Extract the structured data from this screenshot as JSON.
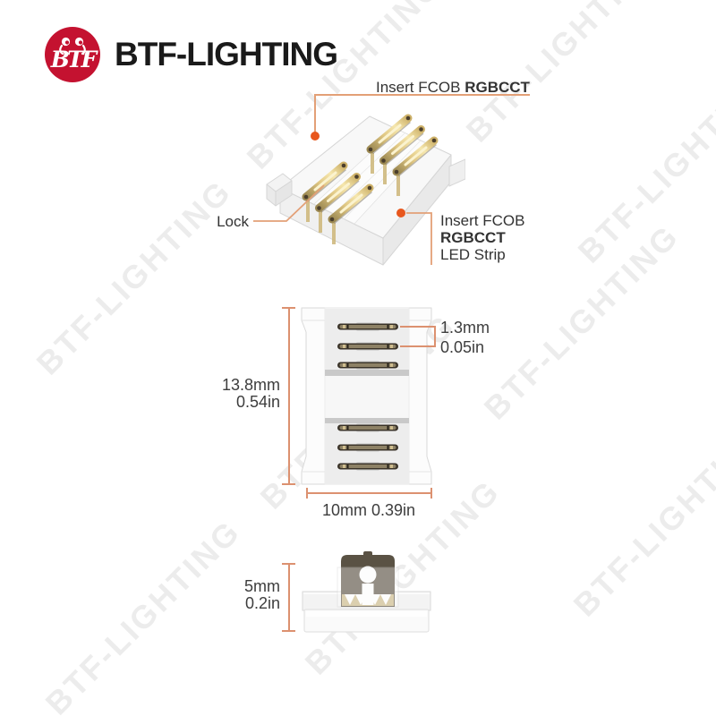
{
  "brand": {
    "name": "BTF-LIGHTING",
    "watermark_text": "BTF-LIGHTING",
    "logo_color": "#C41230",
    "logo_monogram": "BTF"
  },
  "colors": {
    "accent_dot": "#E8571D",
    "leader_line": "#E3A077",
    "dimension_line": "#DC9170",
    "label_text": "#333333",
    "gold_pin": "#E2C higlight",
    "gold_pin_main": "#D9BD74"
  },
  "callouts": {
    "insert_top": {
      "prefix": "Insert FCOB ",
      "bold": "RGBCCT"
    },
    "lock": "Lock",
    "insert_right": {
      "line1": "Insert FCOB",
      "line2": "RGBCCT",
      "line3": "LED Strip"
    }
  },
  "dimensions": {
    "pin_pitch_mm": "1.3mm",
    "pin_pitch_in": "0.05in",
    "length_mm": "13.8mm",
    "length_in": "0.54in",
    "width_label": "10mm 0.39in",
    "height_mm": "5mm",
    "height_in": "0.2in"
  }
}
